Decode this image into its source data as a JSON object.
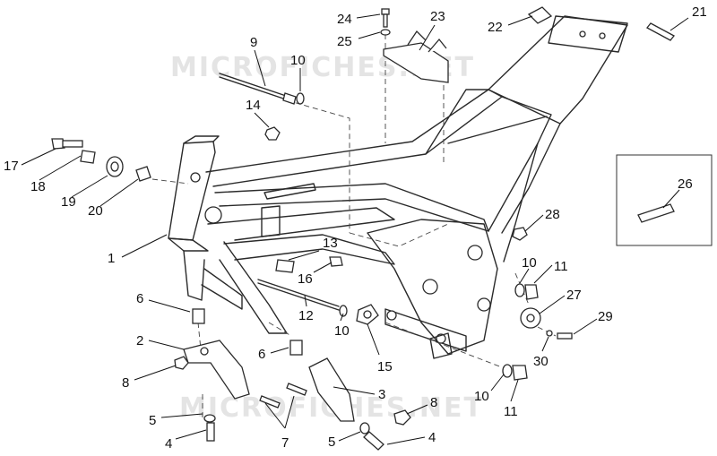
{
  "watermarks": [
    "MICROFICHES.NET",
    "MICROFICHES.NET"
  ],
  "callouts": {
    "c1": "1",
    "c2": "2",
    "c3": "3",
    "c4a": "4",
    "c4b": "4",
    "c5a": "5",
    "c5b": "5",
    "c6a": "6",
    "c6b": "6",
    "c7": "7",
    "c8a": "8",
    "c8b": "8",
    "c9": "9",
    "c10a": "10",
    "c10b": "10",
    "c10c": "10",
    "c10d": "10",
    "c11a": "11",
    "c11b": "11",
    "c12": "12",
    "c13": "13",
    "c14": "14",
    "c15": "15",
    "c16": "16",
    "c17": "17",
    "c18": "18",
    "c19": "19",
    "c20": "20",
    "c21": "21",
    "c22": "22",
    "c23": "23",
    "c24": "24",
    "c25": "25",
    "c26": "26",
    "c27": "27",
    "c28": "28",
    "c29": "29",
    "c30": "30"
  }
}
